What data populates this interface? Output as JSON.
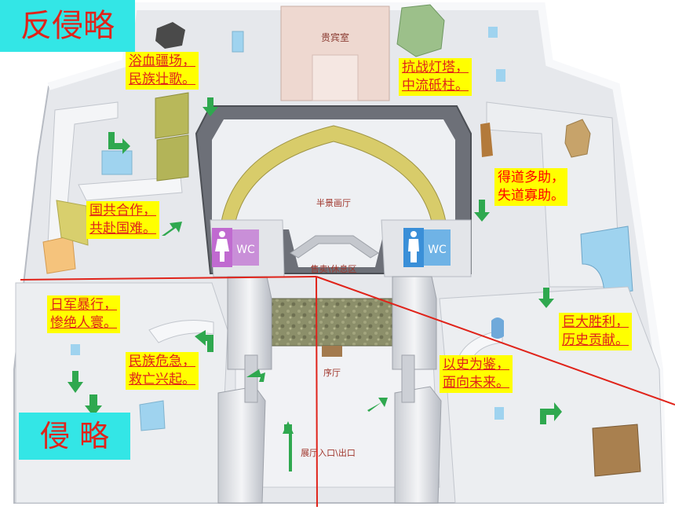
{
  "map": {
    "rooms": {
      "vip_room": "贵宾室",
      "panorama_hall": "半景画厅",
      "sales_rest": "售卖\\休息区",
      "preface_hall": "序厅",
      "entrance_exit": "展厅入口\\出口"
    },
    "restrooms": {
      "female_wc": "WC",
      "male_wc": "WC"
    }
  },
  "captions": [
    {
      "lines": [
        "浴血疆场，",
        "民族壮歌。"
      ]
    },
    {
      "lines": [
        "抗战灯塔，",
        "中流砥柱。"
      ]
    },
    {
      "lines": [
        "得道多助，",
        "失道寡助。"
      ]
    },
    {
      "lines": [
        "国共合作，",
        "共赴国难。"
      ]
    },
    {
      "lines": [
        "日军暴行，",
        "惨绝人寰。"
      ]
    },
    {
      "lines": [
        "民族危急，",
        "救亡兴起。"
      ]
    },
    {
      "lines": [
        "以史为鉴，",
        "面向未来。"
      ]
    },
    {
      "lines": [
        "巨大胜利，",
        "历史贡献。"
      ]
    }
  ],
  "banners": {
    "top_left": "反侵略",
    "bottom_left": "侵 略"
  },
  "colors": {
    "caption_bg": "#ffff00",
    "caption_text": "#e0231a",
    "banner_bg": "#33e6e6",
    "divider_line": "#e0231a",
    "arrow": "#2fa84f",
    "female_sign": "#c06ad0",
    "male_sign": "#3a8fd8"
  },
  "icons": [
    "female-toilet-icon",
    "male-toilet-icon",
    "direction-arrow-icon"
  ]
}
